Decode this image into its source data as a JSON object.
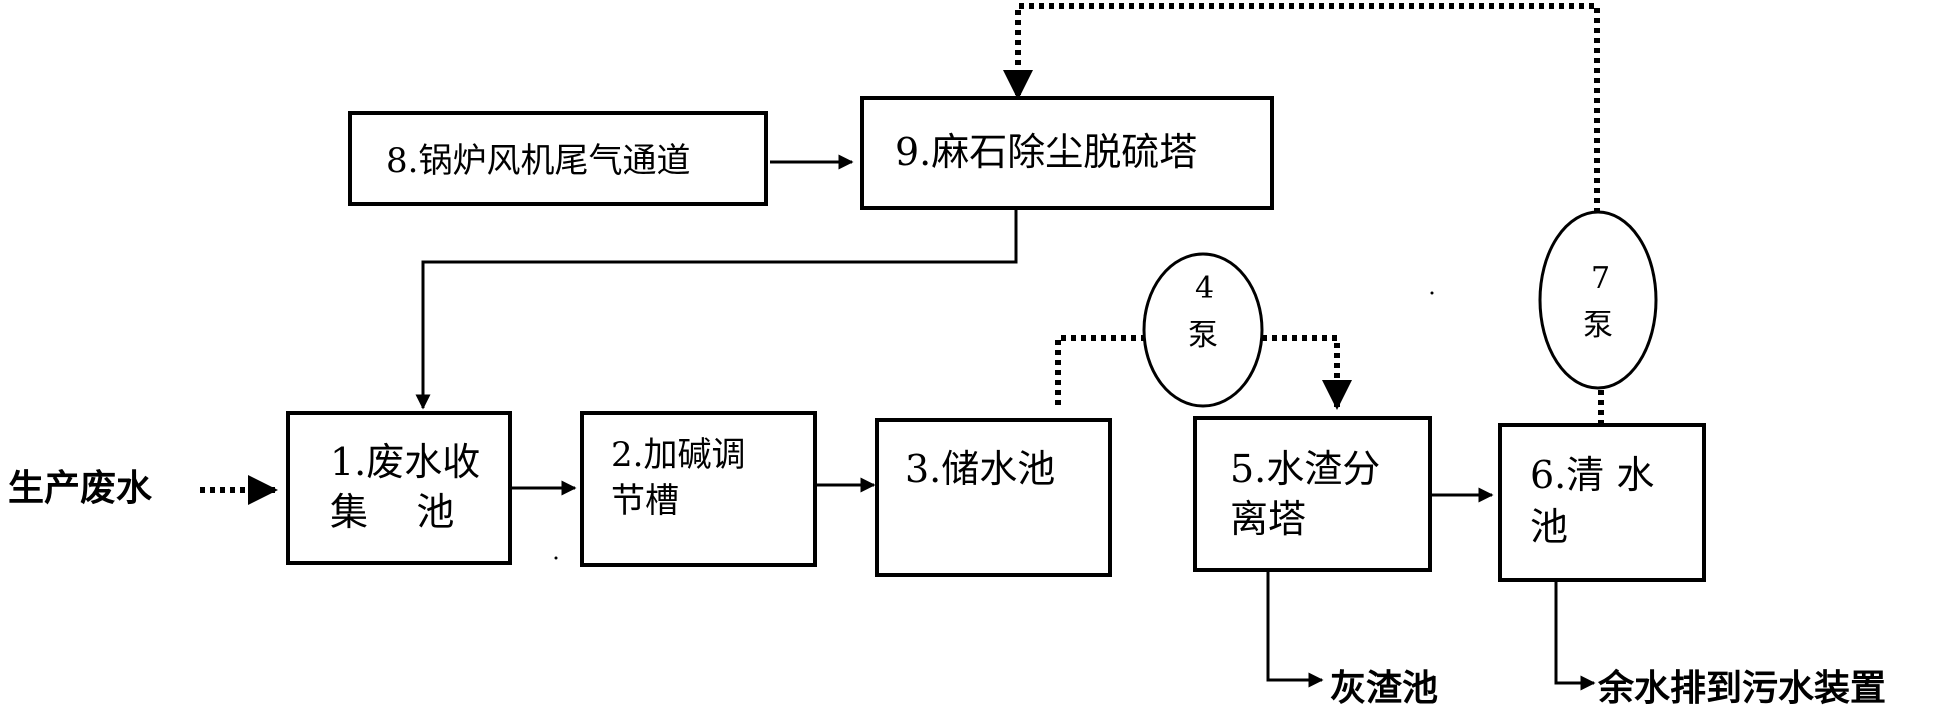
{
  "inputs": {
    "production_wastewater": "生产废水"
  },
  "nodes": {
    "n1": {
      "line1": "1.废水收",
      "line2": "集    池"
    },
    "n2": {
      "line1": "2.加碱调",
      "line2": "节槽"
    },
    "n3": {
      "line1": "3.储水池"
    },
    "n5": {
      "line1": "5.水渣分",
      "line2": "离塔"
    },
    "n6": {
      "line1": "6.清 水",
      "line2": "池"
    },
    "n8": {
      "line1": "8.锅炉风机尾气通道"
    },
    "n9": {
      "line1": "9.麻石除尘脱硫塔"
    }
  },
  "pumps": {
    "p4": {
      "number": "4",
      "label": "泵"
    },
    "p7": {
      "number": "7",
      "label": "泵"
    }
  },
  "outputs": {
    "ash_pool": "灰渣池",
    "to_sewage": "余水排到污水装置"
  }
}
